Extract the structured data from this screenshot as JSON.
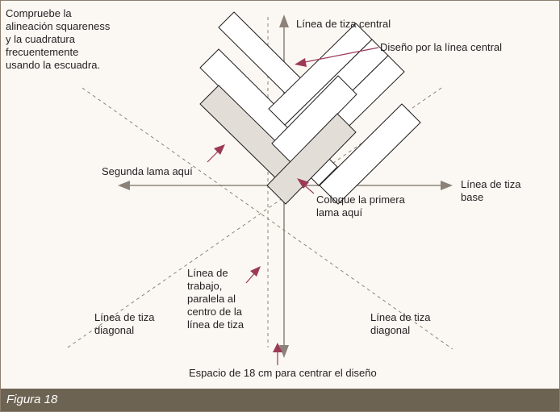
{
  "labels": {
    "check_squareness": "Compruebe la\nalineación squareness\ny la cuadratura\nfrecuentemente\nusando la escuadra.",
    "center_chalk_line": "Línea de tiza central",
    "design_center_line": "Diseño por la línea central",
    "second_plank": "Segunda lama aquí",
    "base_chalk_line": "Línea de tiza\nbase",
    "first_plank": "Coloque la primera\nlama aquí",
    "working_line": "Línea de\ntrabajo,\nparalela al\ncentro de la\nlínea de tiza",
    "diagonal_left": "Línea de tiza\ndiagonal",
    "diagonal_right": "Línea de tiza\ndiagonal",
    "spacing": "Espacio de 18 cm para centrar el diseño"
  },
  "caption": "Figura 18",
  "colors": {
    "line": "#8c8279",
    "arrow_accent": "#9b3a57",
    "plank_shaded": "#e3ddd8",
    "plank_outline": "#231f20",
    "caption_bar": "#6d6352"
  }
}
